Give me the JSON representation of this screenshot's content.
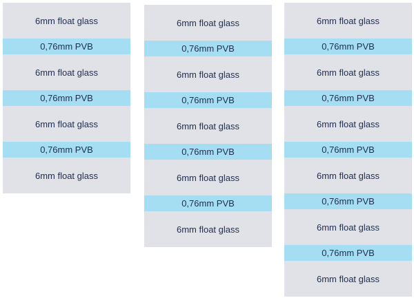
{
  "colors": {
    "glass": "#e1e2e7",
    "pvb": "#a5def3",
    "text": "#1f2d4e"
  },
  "stacks": [
    {
      "layers": [
        {
          "type": "glass",
          "label": "6mm float glass"
        },
        {
          "type": "pvb",
          "label": "0,76mm PVB"
        },
        {
          "type": "glass",
          "label": "6mm float glass"
        },
        {
          "type": "pvb",
          "label": "0,76mm PVB"
        },
        {
          "type": "glass",
          "label": "6mm float glass"
        },
        {
          "type": "pvb",
          "label": "0,76mm PVB"
        },
        {
          "type": "glass",
          "label": "6mm float glass"
        }
      ]
    },
    {
      "layers": [
        {
          "type": "glass",
          "label": "6mm float glass"
        },
        {
          "type": "pvb",
          "label": "0,76mm PVB"
        },
        {
          "type": "glass",
          "label": "6mm float glass"
        },
        {
          "type": "pvb",
          "label": "0,76mm PVB"
        },
        {
          "type": "glass",
          "label": "6mm float glass"
        },
        {
          "type": "pvb",
          "label": "0,76mm PVB"
        },
        {
          "type": "glass",
          "label": "6mm float glass"
        },
        {
          "type": "pvb",
          "label": "0,76mm PVB"
        },
        {
          "type": "glass",
          "label": "6mm float glass"
        }
      ]
    },
    {
      "layers": [
        {
          "type": "glass",
          "label": "6mm float glass"
        },
        {
          "type": "pvb",
          "label": "0,76mm PVB"
        },
        {
          "type": "glass",
          "label": "6mm float glass"
        },
        {
          "type": "pvb",
          "label": "0,76mm PVB"
        },
        {
          "type": "glass",
          "label": "6mm float glass"
        },
        {
          "type": "pvb",
          "label": "0,76mm PVB"
        },
        {
          "type": "glass",
          "label": "6mm float glass"
        },
        {
          "type": "pvb",
          "label": "0,76mm PVB"
        },
        {
          "type": "glass",
          "label": "6mm float glass"
        },
        {
          "type": "pvb",
          "label": "0,76mm PVB"
        },
        {
          "type": "glass",
          "label": "6mm float glass"
        }
      ]
    }
  ]
}
